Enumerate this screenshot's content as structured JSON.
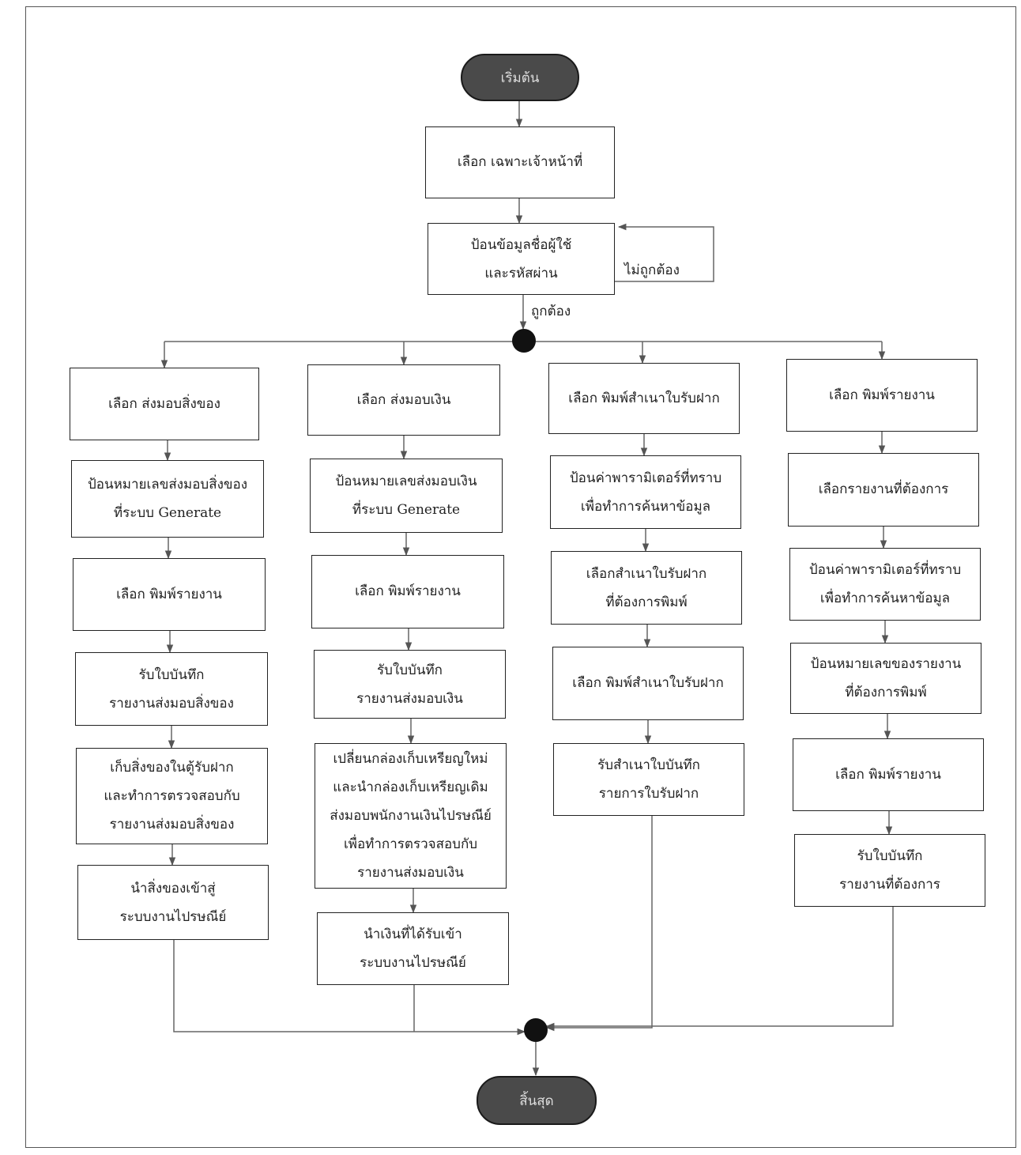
{
  "start_label": "เริ่มต้น",
  "end_label": "สิ้นสุด",
  "select_staff": "เลือก เฉพาะเจ้าหน้าที่",
  "login": {
    "line1": "ป้อนข้อมูลชื่อผู้ใช้",
    "line2": "และรหัสผ่าน"
  },
  "label_incorrect": "ไม่ถูกต้อง",
  "label_correct": "ถูกต้อง",
  "branch1": {
    "b1": "เลือก ส่งมอบสิ่งของ",
    "b2": {
      "line1": "ป้อนหมายเลขส่งมอบสิ่งของ",
      "line2": "ที่ระบบ Generate"
    },
    "b3": "เลือก พิมพ์รายงาน",
    "b4": {
      "line1": "รับใบบันทึก",
      "line2": "รายงานส่งมอบสิ่งของ"
    },
    "b5": {
      "line1": "เก็บสิ่งของในตู้รับฝาก",
      "line2": "และทำการตรวจสอบกับ",
      "line3": "รายงานส่งมอบสิ่งของ"
    },
    "b6": {
      "line1": "นำสิ่งของเข้าสู่",
      "line2": "ระบบงานไปรษณีย์"
    }
  },
  "branch2": {
    "b1": "เลือก ส่งมอบเงิน",
    "b2": {
      "line1": "ป้อนหมายเลขส่งมอบเงิน",
      "line2": "ที่ระบบ Generate"
    },
    "b3": "เลือก พิมพ์รายงาน",
    "b4": {
      "line1": "รับใบบันทึก",
      "line2": "รายงานส่งมอบเงิน"
    },
    "b5": {
      "line1": "เปลี่ยนกล่องเก็บเหรียญใหม่",
      "line2": "และนำกล่องเก็บเหรียญเดิม",
      "line3": "ส่งมอบพนักงานเงินไปรษณีย์",
      "line4": "เพื่อทำการตรวจสอบกับ",
      "line5": "รายงานส่งมอบเงิน"
    },
    "b6": {
      "line1": "นำเงินที่ได้รับเข้า",
      "line2": "ระบบงานไปรษณีย์"
    }
  },
  "branch3": {
    "b1": "เลือก พิมพ์สำเนาใบรับฝาก",
    "b2": {
      "line1": "ป้อนค่าพารามิเตอร์ที่ทราบ",
      "line2": "เพื่อทำการค้นหาข้อมูล"
    },
    "b3": {
      "line1": "เลือกสำเนาใบรับฝาก",
      "line2": "ที่ต้องการพิมพ์"
    },
    "b4": "เลือก พิมพ์สำเนาใบรับฝาก",
    "b5": {
      "line1": "รับสำเนาใบบันทึก",
      "line2": "รายการใบรับฝาก"
    }
  },
  "branch4": {
    "b1": "เลือก พิมพ์รายงาน",
    "b2": "เลือกรายงานที่ต้องการ",
    "b3": {
      "line1": "ป้อนค่าพารามิเตอร์ที่ทราบ",
      "line2": "เพื่อทำการค้นหาข้อมูล"
    },
    "b4": {
      "line1": "ป้อนหมายเลขของรายงาน",
      "line2": "ที่ต้องการพิมพ์"
    },
    "b5": "เลือก พิมพ์รายงาน",
    "b6": {
      "line1": "รับใบบันทึก",
      "line2": "รายงานที่ต้องการ"
    }
  }
}
